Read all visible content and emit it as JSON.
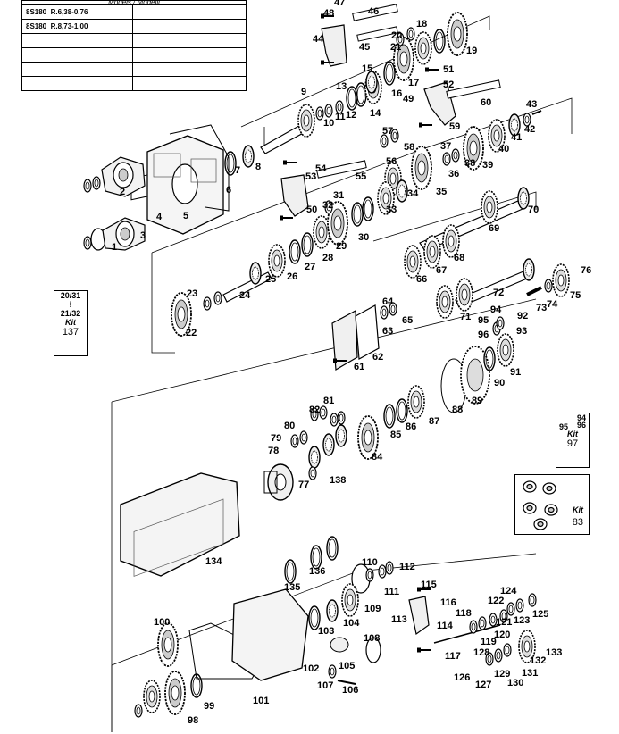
{
  "model_table": {
    "header": "Models / Modelli",
    "rows": [
      {
        "model": "8S180",
        "ratio": "R.6,38-0,76"
      },
      {
        "model": "8S180",
        "ratio": "R.8,73-1,00"
      },
      {
        "model": "",
        "ratio": ""
      },
      {
        "model": "",
        "ratio": ""
      },
      {
        "model": "",
        "ratio": ""
      },
      {
        "model": "",
        "ratio": ""
      }
    ]
  },
  "kits": {
    "kit137": {
      "part_top": "20/31",
      "part_bottom": "21/32",
      "label": "Kit",
      "number": "137"
    },
    "kit97": {
      "part_top": "94",
      "part_mid": "95",
      "part_bottom": "96",
      "label": "Kit",
      "number": "97"
    },
    "kit83": {
      "label": "Kit",
      "number": "83"
    }
  },
  "callouts": [
    "1",
    "2",
    "3",
    "4",
    "5",
    "6",
    "7",
    "8",
    "9",
    "10",
    "11",
    "12",
    "13",
    "14",
    "15",
    "16",
    "17",
    "18",
    "19",
    "20",
    "21",
    "22",
    "23",
    "24",
    "25",
    "26",
    "27",
    "28",
    "29",
    "30",
    "31",
    "32",
    "33",
    "34",
    "35",
    "36",
    "37",
    "38",
    "39",
    "40",
    "41",
    "42",
    "43",
    "44",
    "45",
    "46",
    "47",
    "48",
    "49",
    "50",
    "51",
    "52",
    "53",
    "54",
    "55",
    "56",
    "57",
    "58",
    "59",
    "60",
    "61",
    "62",
    "63",
    "64",
    "65",
    "66",
    "67",
    "68",
    "69",
    "70",
    "71",
    "72",
    "73",
    "74",
    "75",
    "76",
    "77",
    "78",
    "79",
    "80",
    "81",
    "82",
    "84",
    "85",
    "86",
    "87",
    "88",
    "89",
    "90",
    "91",
    "92",
    "93",
    "94",
    "95",
    "96",
    "98",
    "99",
    "100",
    "101",
    "102",
    "103",
    "104",
    "105",
    "106",
    "107",
    "108",
    "109",
    "110",
    "111",
    "112",
    "113",
    "114",
    "115",
    "116",
    "117",
    "118",
    "119",
    "120",
    "121",
    "122",
    "123",
    "124",
    "125",
    "126",
    "127",
    "128",
    "129",
    "130",
    "131",
    "132",
    "133",
    "134",
    "135",
    "136",
    "138"
  ]
}
